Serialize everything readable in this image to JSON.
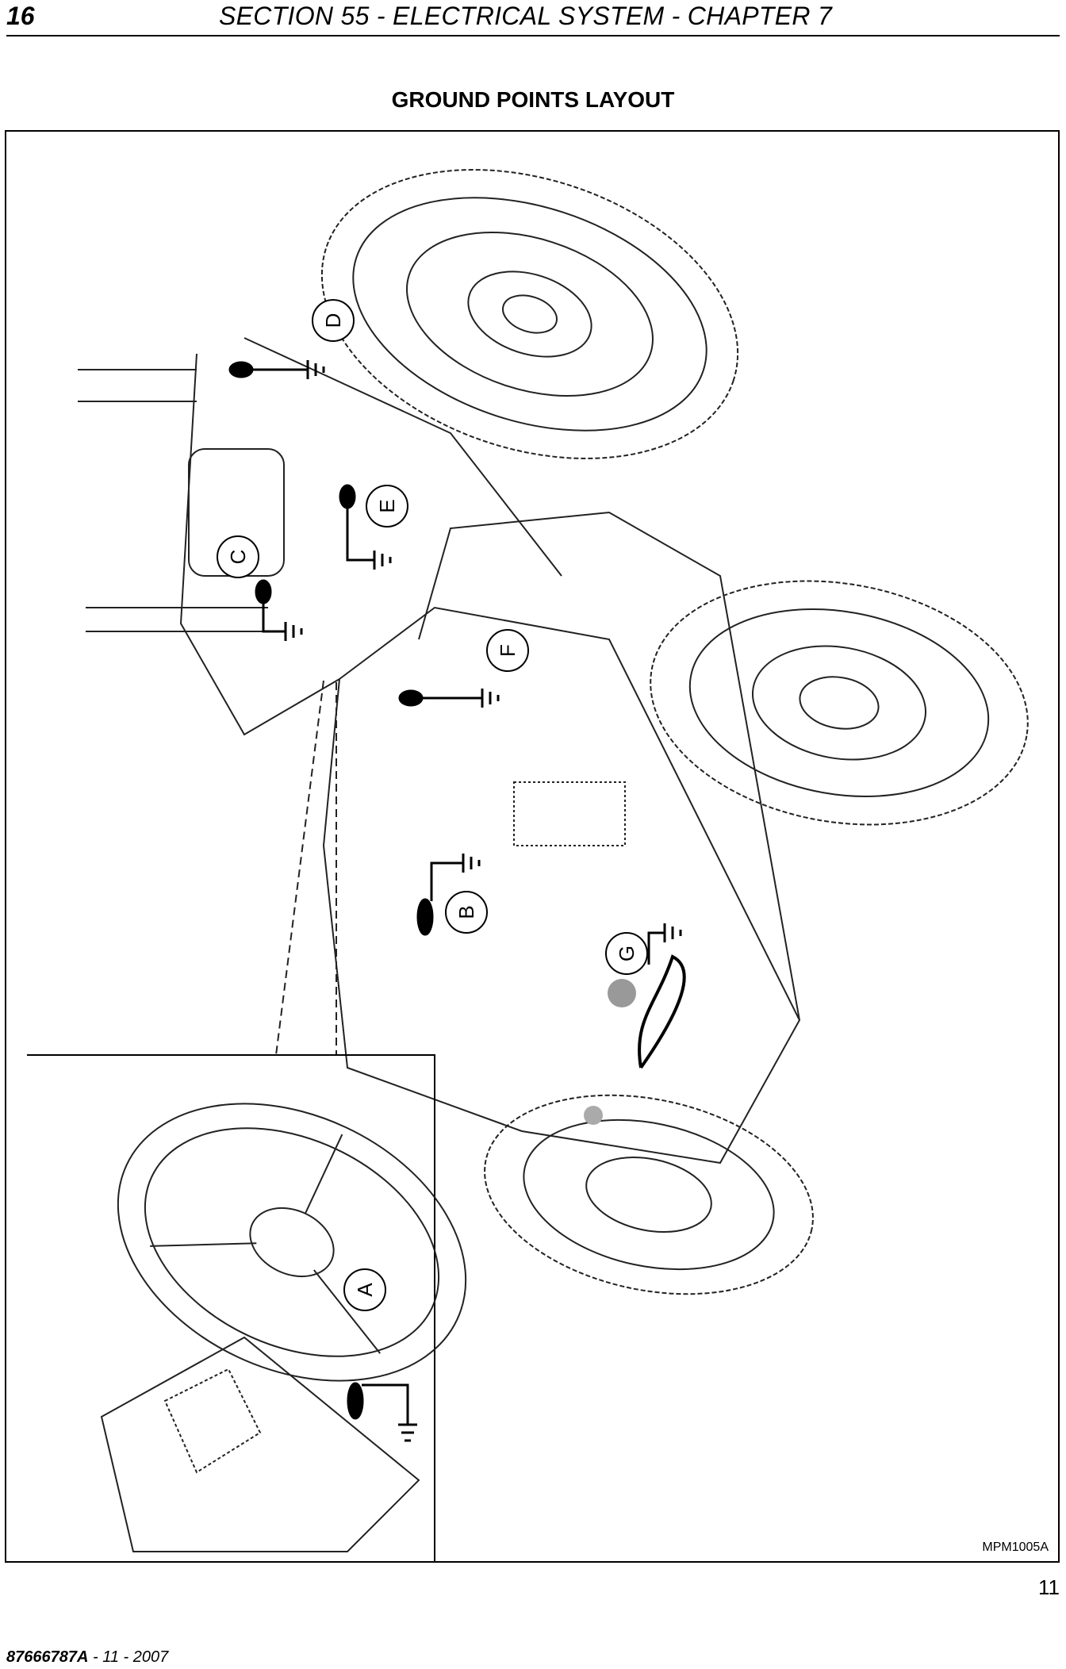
{
  "header": {
    "page_number": "16",
    "section_title": "SECTION 55 - ELECTRICAL SYSTEM - CHAPTER 7"
  },
  "figure": {
    "title": "GROUND POINTS LAYOUT",
    "callouts": [
      "A",
      "B",
      "C",
      "D",
      "E",
      "F",
      "G"
    ],
    "figure_id": "MPM1005A",
    "figure_number": "11"
  },
  "footer": {
    "doc_number": "87666787A",
    "date_text": " - 11 - 2007"
  }
}
